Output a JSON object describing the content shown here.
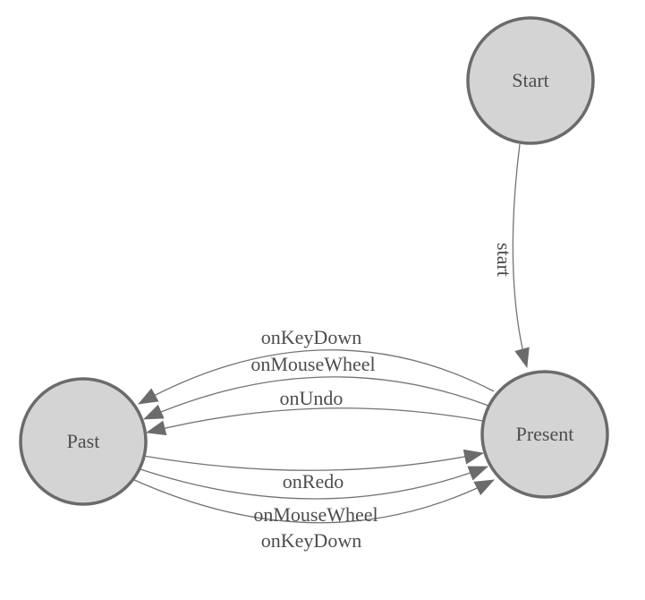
{
  "diagram": {
    "type": "state-machine",
    "background": "#ffffff",
    "colors": {
      "node_fill": "#d4d4d4",
      "node_border": "#6b6b6b",
      "edge_line": "#747474",
      "arrowhead": "#6b6b6b",
      "text": "#4d4d4d"
    },
    "nodes": [
      {
        "id": "start",
        "label": "Start"
      },
      {
        "id": "past",
        "label": "Past"
      },
      {
        "id": "present",
        "label": "Present"
      }
    ],
    "edges": [
      {
        "from": "start",
        "to": "present",
        "label": "start"
      },
      {
        "from": "present",
        "to": "past",
        "label": "onKeyDown"
      },
      {
        "from": "present",
        "to": "past",
        "label": "onMouseWheel"
      },
      {
        "from": "present",
        "to": "past",
        "label": "onUndo"
      },
      {
        "from": "past",
        "to": "present",
        "label": "onRedo"
      },
      {
        "from": "past",
        "to": "present",
        "label": "onMouseWheel"
      },
      {
        "from": "past",
        "to": "present",
        "label": "onKeyDown"
      }
    ]
  }
}
